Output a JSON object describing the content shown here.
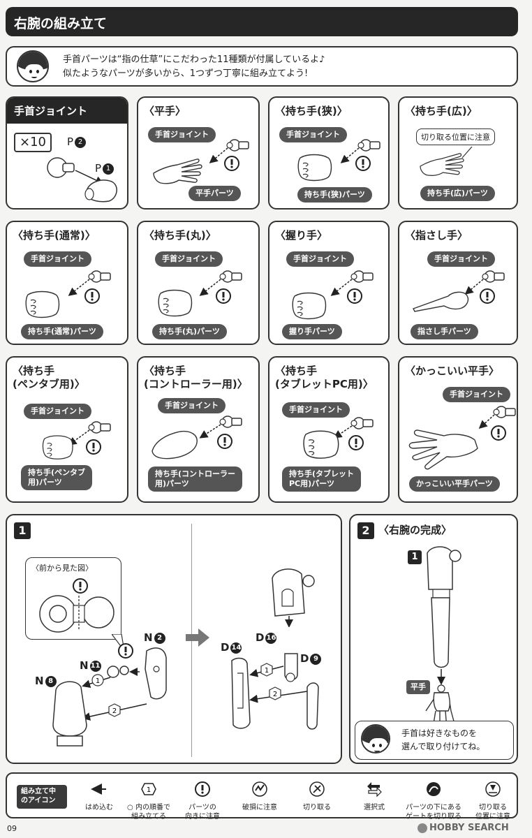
{
  "header": {
    "title": "右腕の組み立て"
  },
  "intro": {
    "line1": "手首パーツは“指の仕草”にこだわった11種類が付属しているよ♪",
    "line2": "似たようなパーツが多いから、1つずつ丁寧に組み立てよう!"
  },
  "joint_panel": {
    "title": "手首ジョイント",
    "count": "×10",
    "part_top": "P",
    "part_top_num": "2",
    "part_bottom": "P",
    "part_bottom_num": "1"
  },
  "common": {
    "joint_label": "手首ジョイント"
  },
  "hands": [
    {
      "title": "〈平手〉",
      "part": "平手パーツ"
    },
    {
      "title": "〈持ち手(狭)〉",
      "part": "持ち手(狭)パーツ"
    },
    {
      "title": "〈持ち手(広)〉",
      "part": "持ち手(広)パーツ",
      "note": "切り取る位置に注意"
    },
    {
      "title": "〈持ち手(通常)〉",
      "part": "持ち手(通常)パーツ"
    },
    {
      "title": "〈持ち手(丸)〉",
      "part": "持ち手(丸)パーツ"
    },
    {
      "title": "〈握り手〉",
      "part": "握り手パーツ"
    },
    {
      "title": "〈指さし手〉",
      "part": "指さし手パーツ"
    },
    {
      "title_line1": "〈持ち手",
      "title_line2": "(ペンタブ用)〉",
      "part_line1": "持ち手(ペンタブ",
      "part_line2": "用)パーツ"
    },
    {
      "title_line1": "〈持ち手",
      "title_line2": "(コントローラー用)〉",
      "part_line1": "持ち手(コントローラー",
      "part_line2": "用)パーツ"
    },
    {
      "title_line1": "〈持ち手",
      "title_line2": "(タブレットPC用)〉",
      "part_line1": "持ち手(タブレット",
      "part_line2": "PC用)パーツ"
    },
    {
      "title": "〈かっこいい平手〉",
      "part": "かっこいい平手パーツ"
    }
  ],
  "step1": {
    "num": "1",
    "front_view": "〈前から見た図〉",
    "n2": "N",
    "n2_num": "2",
    "n11": "N",
    "n11_num": "11",
    "n8": "N",
    "n8_num": "8",
    "d14": "D",
    "d14_num": "14",
    "d16": "D",
    "d16_num": "16",
    "d9": "D",
    "d9_num": "9",
    "order1": "1",
    "order2": "2"
  },
  "step2": {
    "num": "2",
    "title": "〈右腕の完成〉",
    "ref": "1",
    "hand_label": "平手",
    "note_line1": "手首は好きなものを",
    "note_line2": "選んで取り付けてね。"
  },
  "legend": {
    "head_line1": "組み立て中",
    "head_line2": "のアイコン",
    "items": [
      {
        "line1": "はめ込む",
        "line2": ""
      },
      {
        "line1": "○ 内の順番で",
        "line2": "組み立てる",
        "symbol": "1"
      },
      {
        "line1": "パーツの",
        "line2": "向きに注意"
      },
      {
        "line1": "破損に注意",
        "line2": ""
      },
      {
        "line1": "切り取る",
        "line2": ""
      },
      {
        "line1": "選択式",
        "line2": ""
      },
      {
        "line1": "パーツの下にある",
        "line2": "ゲートを切り取る"
      },
      {
        "line1": "切り取る",
        "line2": "位置に注意"
      }
    ]
  },
  "page_number": "09",
  "watermark": "HOBBY SEARCH"
}
